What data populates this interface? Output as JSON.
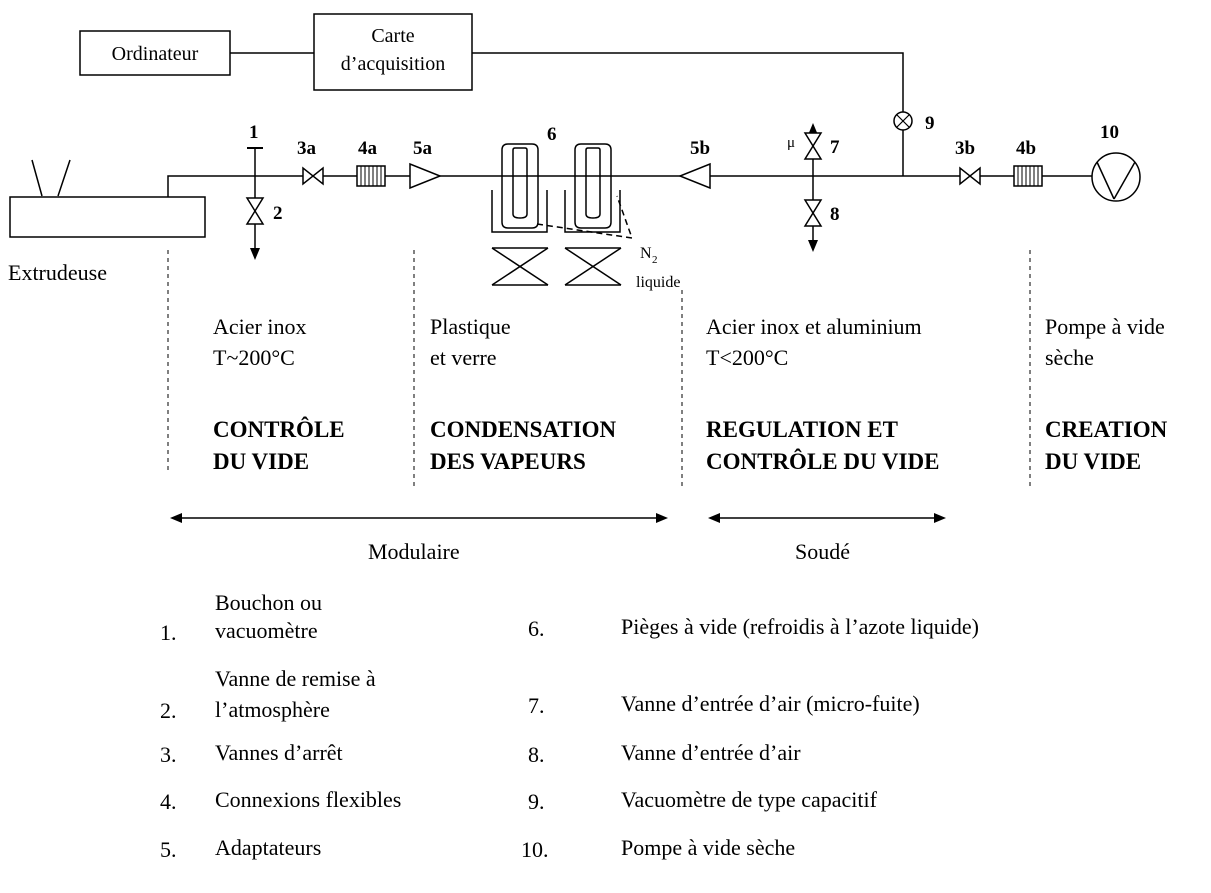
{
  "boxes": {
    "ordinateur": "Ordinateur",
    "carte_line1": "Carte",
    "carte_line2": "d’acquisition"
  },
  "extrudeuse": "Extrudeuse",
  "markers": {
    "m1": "1",
    "m2": "2",
    "m3a": "3a",
    "m4a": "4a",
    "m5a": "5a",
    "m6": "6",
    "m5b": "5b",
    "m7": "7",
    "mu": "μ",
    "m8": "8",
    "m9": "9",
    "m3b": "3b",
    "m4b": "4b",
    "m10": "10"
  },
  "n2": {
    "n": "N",
    "sub": "2",
    "liquide": "liquide"
  },
  "zones": [
    {
      "material_1": "Acier inox",
      "material_2": "T~200°C",
      "title_1": "CONTRÔLE",
      "title_2": "DU VIDE"
    },
    {
      "material_1": "Plastique",
      "material_2": "et verre",
      "title_1": "CONDENSATION",
      "title_2": "DES VAPEURS"
    },
    {
      "material_1": "Acier inox et aluminium",
      "material_2": "T<200°C",
      "title_1": "REGULATION ET",
      "title_2": "CONTRÔLE DU VIDE"
    },
    {
      "material_1": "Pompe à vide",
      "material_2": "sèche",
      "title_1": "CREATION",
      "title_2": "DU VIDE"
    }
  ],
  "spans": {
    "modulaire": "Modulaire",
    "soude": "Soudé"
  },
  "legend": [
    {
      "num": "1.",
      "line1": "Bouchon ou",
      "line2": "vacuomètre"
    },
    {
      "num": "2.",
      "line1": "Vanne de remise à",
      "line2": "l’atmosphère"
    },
    {
      "num": "3.",
      "line1": "Vannes d’arrêt"
    },
    {
      "num": "4.",
      "line1": "Connexions flexibles"
    },
    {
      "num": "5.",
      "line1": "Adaptateurs"
    },
    {
      "num": "6.",
      "line1": "Pièges à vide (refroidis à l’azote liquide)"
    },
    {
      "num": "7.",
      "line1": "Vanne d’entrée d’air (micro-fuite)"
    },
    {
      "num": "8.",
      "line1": "Vanne d’entrée d’air"
    },
    {
      "num": "9.",
      "line1": "Vacuomètre de type capacitif"
    },
    {
      "num": "10.",
      "line1": "Pompe à vide sèche"
    }
  ]
}
